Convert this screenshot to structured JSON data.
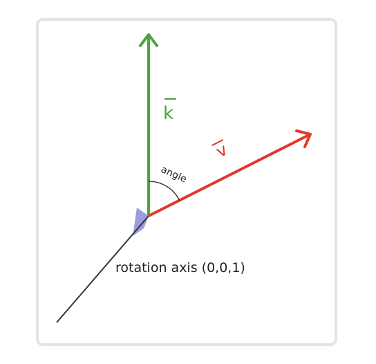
{
  "labels": {
    "k_vector": "k",
    "v_vector": "v",
    "angle": "angle",
    "rotation_axis": "rotation axis (0,0,1)"
  },
  "colors": {
    "k_vector": "#4aa63c",
    "v_vector": "#e2382c",
    "rotation_axis": "#333333",
    "plane_patch": "#8c8cd8",
    "angle_arc": "#222222",
    "card_border": "#e4e4e4",
    "text": "#222222"
  }
}
